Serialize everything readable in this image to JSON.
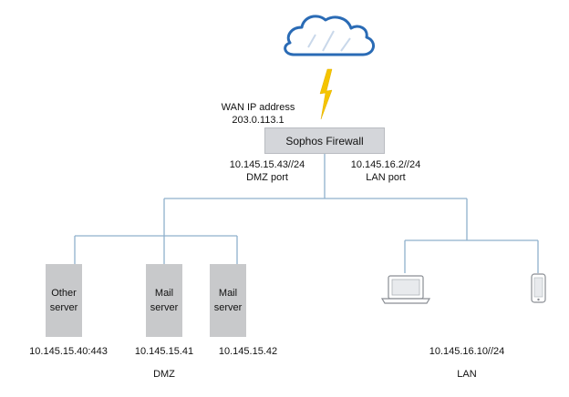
{
  "cloud": {
    "icon": "cloud-icon"
  },
  "wan": {
    "label": "WAN IP address",
    "ip": "203.0.113.1"
  },
  "lightning": {
    "icon": "lightning-icon",
    "color": "#f5c400"
  },
  "firewall": {
    "label": "Sophos Firewall",
    "fill": "#d4d6da"
  },
  "dmz_port": {
    "ip": "10.145.15.43//24",
    "label": "DMZ port"
  },
  "lan_port": {
    "ip": "10.145.16.2//24",
    "label": "LAN port"
  },
  "colors": {
    "link": "#8fb0cc",
    "cloud_stroke": "#2a6bb5",
    "server": "#c8c9cb"
  },
  "servers": [
    {
      "line1": "Other",
      "line2": "server",
      "ip": "10.145.15.40:443"
    },
    {
      "line1": "Mail",
      "line2": "server",
      "ip": "10.145.15.41"
    },
    {
      "line1": "Mail",
      "line2": "server",
      "ip": "10.145.15.42"
    }
  ],
  "lan_devices": {
    "laptop_icon": "laptop-icon",
    "phone_icon": "smartphone-icon",
    "ip": "10.145.16.10//24"
  },
  "zones": {
    "dmz": "DMZ",
    "lan": "LAN"
  }
}
